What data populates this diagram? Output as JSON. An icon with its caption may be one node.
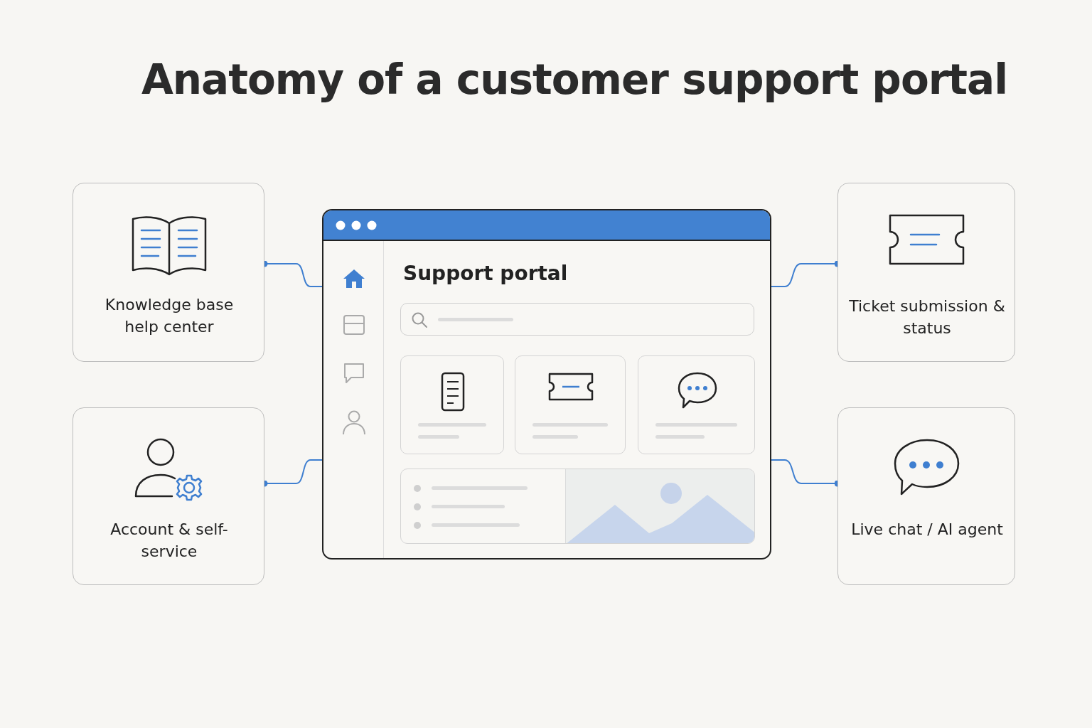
{
  "diagram": {
    "title": "Anatomy of a customer support portal",
    "nodes": [
      {
        "text": [
          "Knowledge base help center"
        ]
      },
      {
        "text": [
          "Support portal"
        ]
      },
      {
        "text": [
          "Ticket submission & status"
        ]
      },
      {
        "text": [
          "Account & self-service"
        ]
      },
      {
        "text": [
          "Live chat / AI agent"
        ]
      }
    ],
    "edges": [
      {
        "from": 0,
        "to": 1,
        "arrow": "other"
      },
      {
        "from": 2,
        "to": 1,
        "arrow": "other"
      },
      {
        "from": 3,
        "to": 1,
        "arrow": "other"
      },
      {
        "from": 4,
        "to": 1,
        "arrow": "other"
      }
    ]
  }
}
